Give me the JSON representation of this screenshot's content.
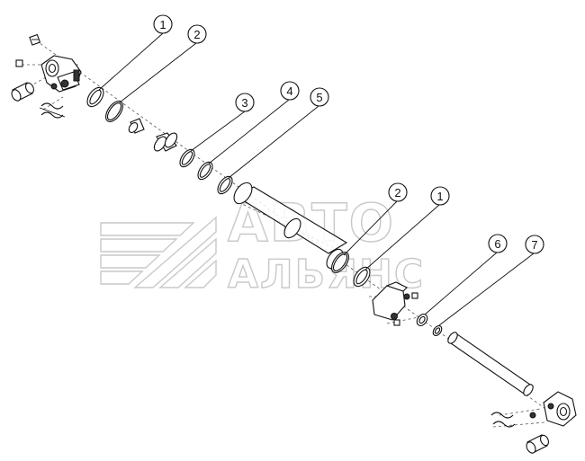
{
  "watermark": {
    "line1": "АВТО",
    "line2": "АЛЬЯНС",
    "logo_icon": "avto-alyans-logo-icon"
  },
  "callouts": [
    {
      "id": "c1a",
      "label": "1"
    },
    {
      "id": "c2a",
      "label": "2"
    },
    {
      "id": "c3",
      "label": "3"
    },
    {
      "id": "c4",
      "label": "4"
    },
    {
      "id": "c5",
      "label": "5"
    },
    {
      "id": "c2b",
      "label": "2"
    },
    {
      "id": "c1b",
      "label": "1"
    },
    {
      "id": "c6",
      "label": "6"
    },
    {
      "id": "c7",
      "label": "7"
    }
  ]
}
